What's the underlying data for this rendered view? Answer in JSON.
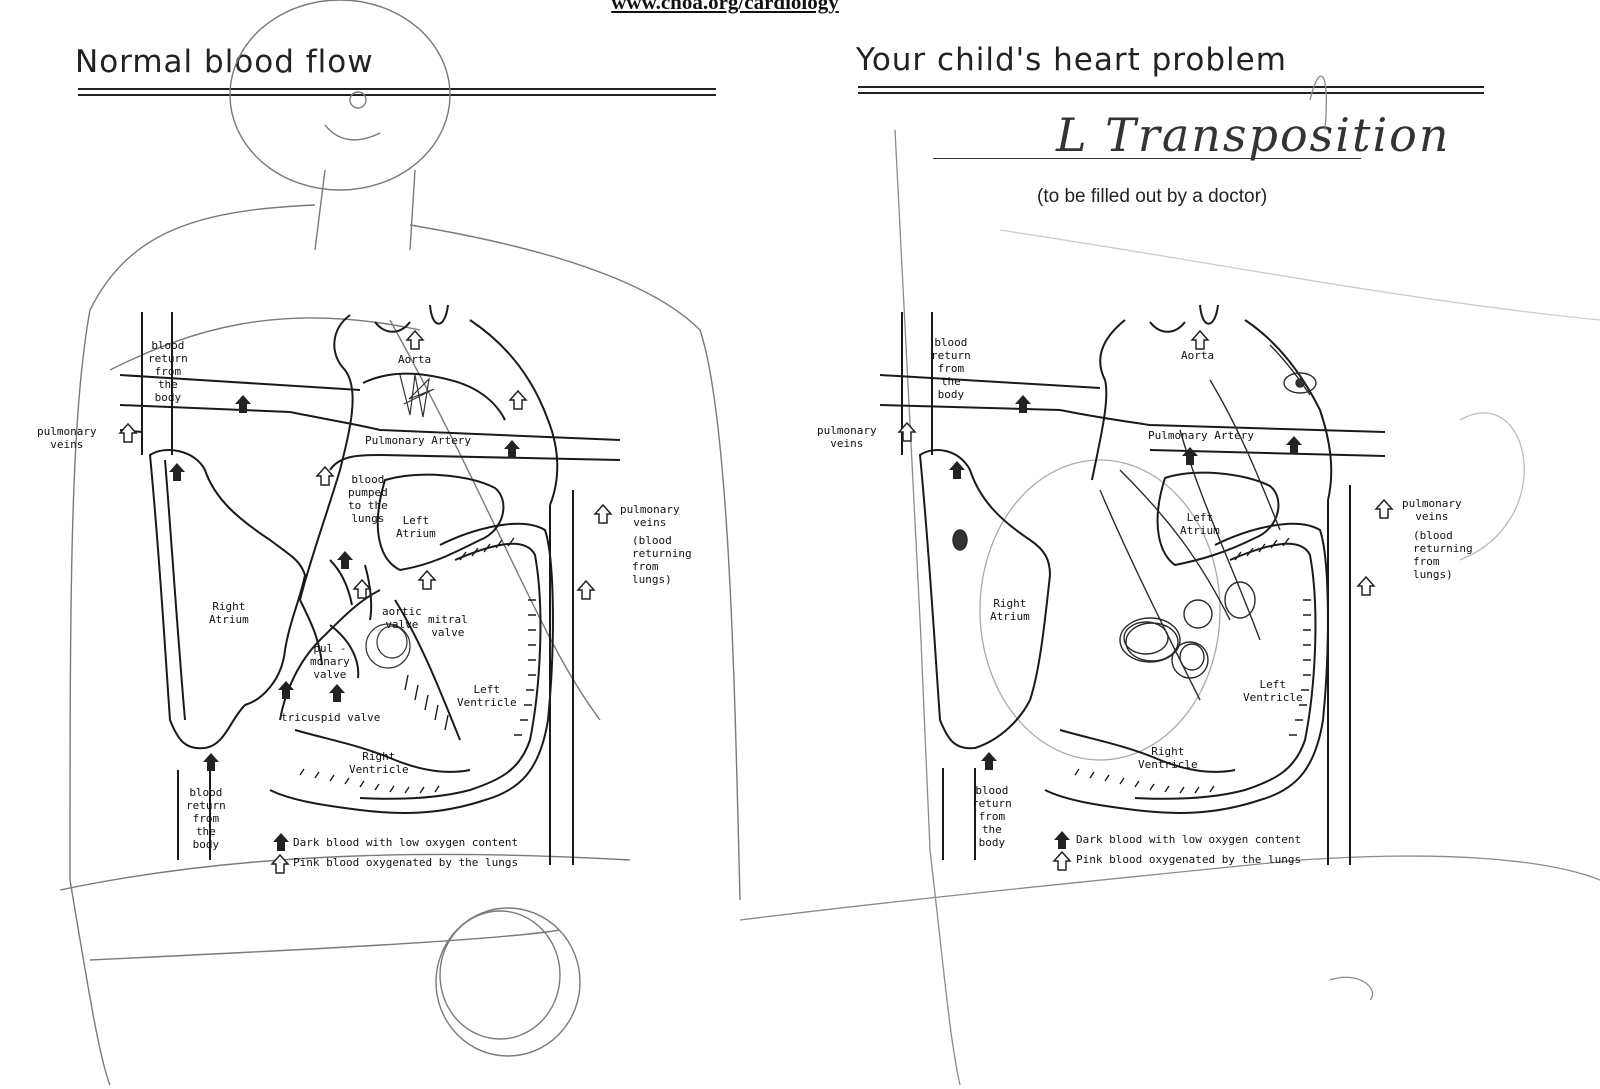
{
  "header": {
    "url": "www.choa.org/cardiology"
  },
  "left_panel": {
    "title": "Normal blood flow",
    "labels": {
      "blood_return_top": "blood\nreturn\nfrom\nthe\nbody",
      "pulmonary_veins_left": "pulmonary\nveins",
      "aorta": "Aorta",
      "pulmonary_artery": "Pulmonary Artery",
      "blood_pumped": "blood\npumped\nto the\nlungs",
      "left_atrium": "Left\nAtrium",
      "pulmonary_veins_right": "pulmonary\nveins",
      "blood_returning": "(blood\nreturning\nfrom\nlungs)",
      "right_atrium": "Right\nAtrium",
      "aortic_valve": "aortic\nvalve",
      "mitral_valve": "mitral\nvalve",
      "pulmonary_valve": "pul -\nmonary\nvalve",
      "left_ventricle": "Left\nVentricle",
      "tricuspid_valve": "tricuspid  valve",
      "right_ventricle": "Right\nVentricle",
      "blood_return_bottom": "blood\nreturn\nfrom\nthe\nbody"
    },
    "legend": {
      "dark": "Dark blood with low oxygen content",
      "pink": "Pink blood oxygenated by the lungs"
    }
  },
  "right_panel": {
    "title": "Your child's heart problem",
    "handwritten_diagnosis": "L Transposition",
    "fill_note": "(to be filled out by a doctor)",
    "labels": {
      "blood_return_top": "blood\nreturn\nfrom\nthe\nbody",
      "pulmonary_veins_left": "pulmonary\nveins",
      "aorta": "Aorta",
      "pulmonary_artery": "Pulmonary Artery",
      "left_atrium": "Left\nAtrium",
      "pulmonary_veins_right": "pulmonary\nveins",
      "blood_returning": "(blood\nreturning\nfrom\nlungs)",
      "right_atrium": "Right\nAtrium",
      "left_ventricle": "Left\nVentricle",
      "right_ventricle": "Right\nVentricle",
      "blood_return_bottom": "blood\nreturn\nfrom\nthe\nbody"
    },
    "legend": {
      "dark": "Dark blood with low oxygen content",
      "pink": "Pink blood oxygenated by the lungs"
    }
  }
}
